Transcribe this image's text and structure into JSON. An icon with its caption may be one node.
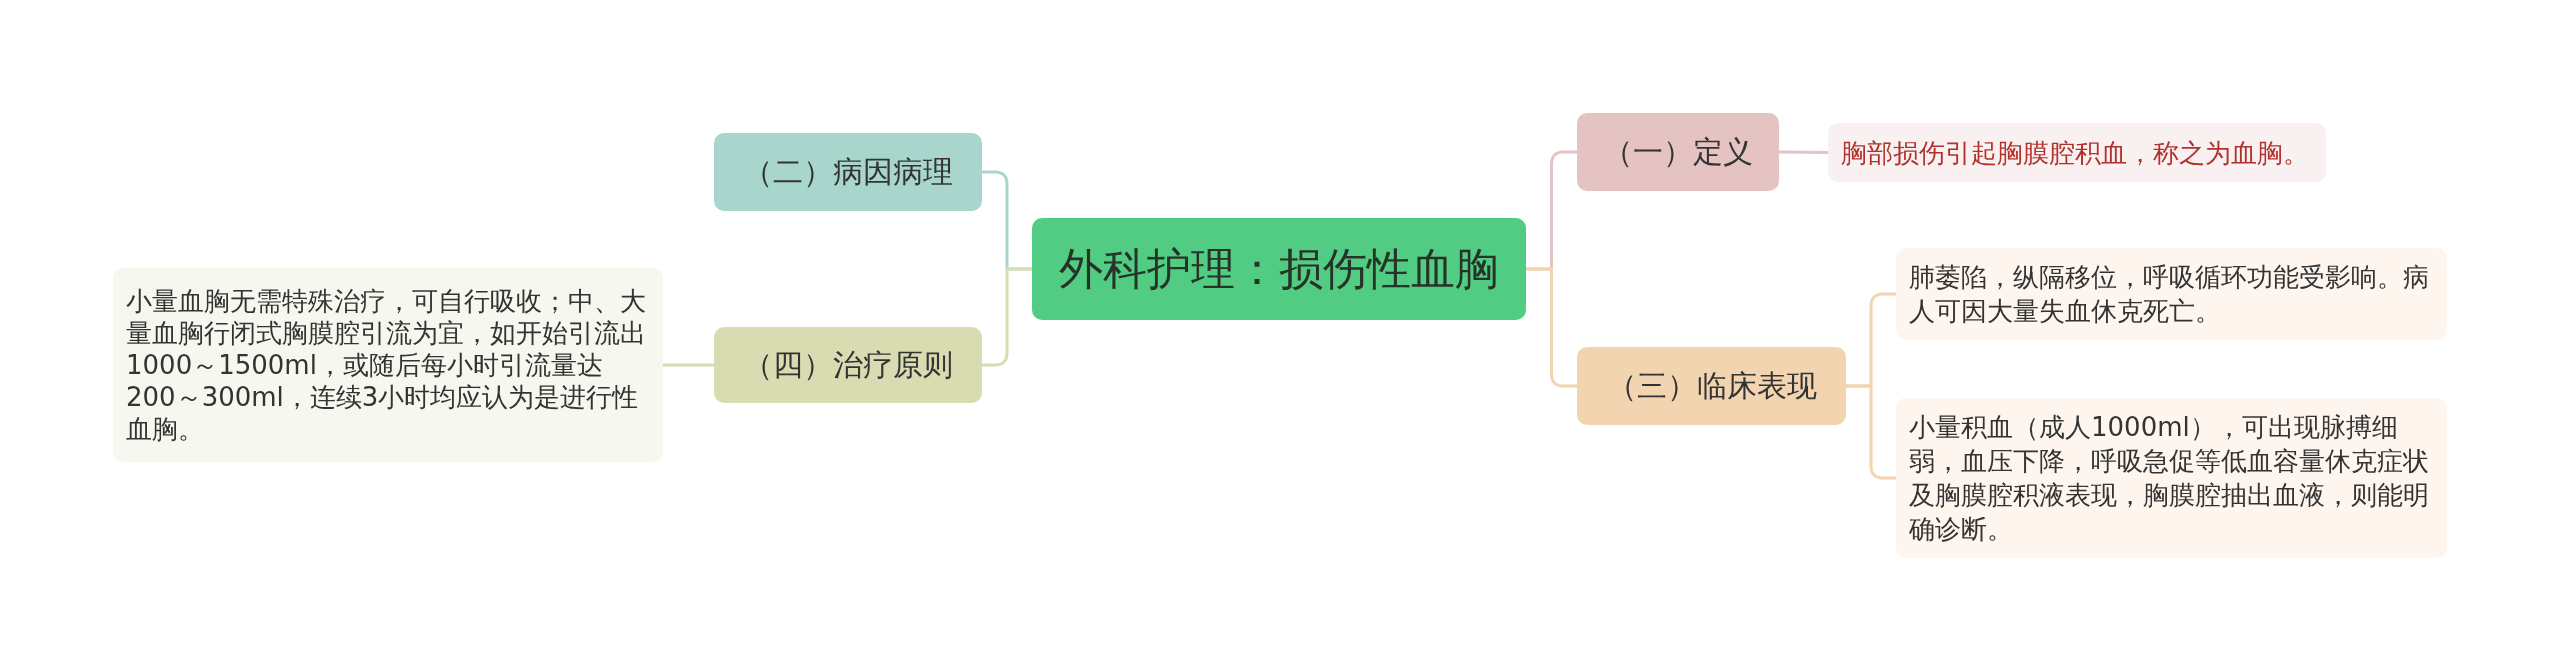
{
  "diagram": {
    "nodes": [
      {
        "text": [
          "外科护理：损伤性血胸"
        ]
      },
      {
        "text": [
          "（一）定义"
        ]
      },
      {
        "text": [
          "胸部损伤引起胸膜腔积血，称之为血胸。"
        ]
      },
      {
        "text": [
          "（二）病因病理"
        ]
      },
      {
        "text": [
          "（三）临床表现"
        ]
      },
      {
        "text": [
          "肺萎陷，纵隔移位，呼吸循环功能受影响。病人可因大量失血休克死亡。"
        ]
      },
      {
        "text": [
          "小量积血（成人1000ml），可出现脉搏细弱，血压下降，呼吸急促等低血容量休克症状及胸膜腔积液表现，胸膜腔抽出血液，则能明确诊断。"
        ]
      },
      {
        "text": [
          "（四）治疗原则"
        ]
      },
      {
        "text": [
          "小量血胸无需特殊治疗，可自行吸收；中、大量血胸行闭式胸膜腔引流为宜，如开始引流出1000～1500ml，或随后每小时引流量达200～300ml，连续3小时均应认为是进行性血胸。"
        ]
      }
    ],
    "edges": [
      {
        "from": 0,
        "to": 1,
        "arrow": "none",
        "color": "#e6c3c3"
      },
      {
        "from": 1,
        "to": 2,
        "arrow": "none",
        "color": "#e6c3c3"
      },
      {
        "from": 0,
        "to": 3,
        "arrow": "none",
        "color": "#a8d6cc"
      },
      {
        "from": 0,
        "to": 4,
        "arrow": "none"
      },
      {
        "from": 4,
        "to": 5,
        "arrow": "none"
      },
      {
        "from": 4,
        "to": 6,
        "arrow": "none"
      },
      {
        "from": 0,
        "to": 7,
        "arrow": "none",
        "color": "#d9dcb0"
      },
      {
        "from": 7,
        "to": 8,
        "arrow": "none",
        "color": "#d9dcb0"
      }
    ]
  }
}
